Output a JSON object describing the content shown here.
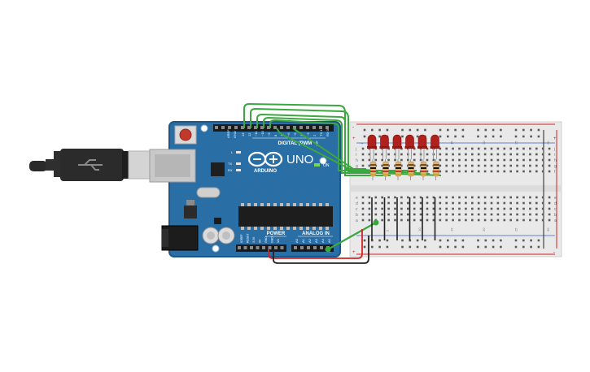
{
  "arduino": {
    "brand_text": "ARDUINO",
    "model_text": "UNO",
    "digital_label": "DIGITAL (PWM ~)",
    "power_label": "POWER",
    "analog_label": "ANALOG IN",
    "on_label": "ON",
    "l_label": "L",
    "tx_label": "TX",
    "rx_label": "RX",
    "aref_label": "AREF",
    "gnd_label": "GND",
    "digital_pin_labels": [
      "13",
      "12",
      "~11",
      "~10",
      "~9",
      "8",
      "7",
      "~6",
      "~5",
      "4",
      "~3",
      "2",
      "TX 1",
      "RX 0"
    ],
    "power_pin_labels": [
      "IOREF",
      "RESET",
      "3.3V",
      "5V",
      "GND",
      "GND",
      "Vin"
    ],
    "analog_pin_labels": [
      "A0",
      "A1",
      "A2",
      "A3",
      "A4",
      "A5"
    ]
  },
  "breadboard": {
    "row_letters_top": [
      "j",
      "i",
      "h",
      "g",
      "f"
    ],
    "row_letters_bottom": [
      "e",
      "d",
      "c",
      "b",
      "a"
    ],
    "column_numbers": [
      "1",
      "5",
      "10",
      "15",
      "20",
      "25",
      "30"
    ],
    "rail_plus": "+",
    "rail_minus": "-"
  },
  "leds": {
    "count": 6,
    "color": "#b0201c"
  },
  "colors": {
    "board": "#2a6ea6",
    "board_edge": "#1f5688",
    "breadboard": "#e9e9e9",
    "wire_green": "#3aa83f",
    "wire_red": "#d62222",
    "wire_black": "#222222",
    "cable": "#2a2a2a",
    "usb_metal": "#c7c7c7"
  }
}
